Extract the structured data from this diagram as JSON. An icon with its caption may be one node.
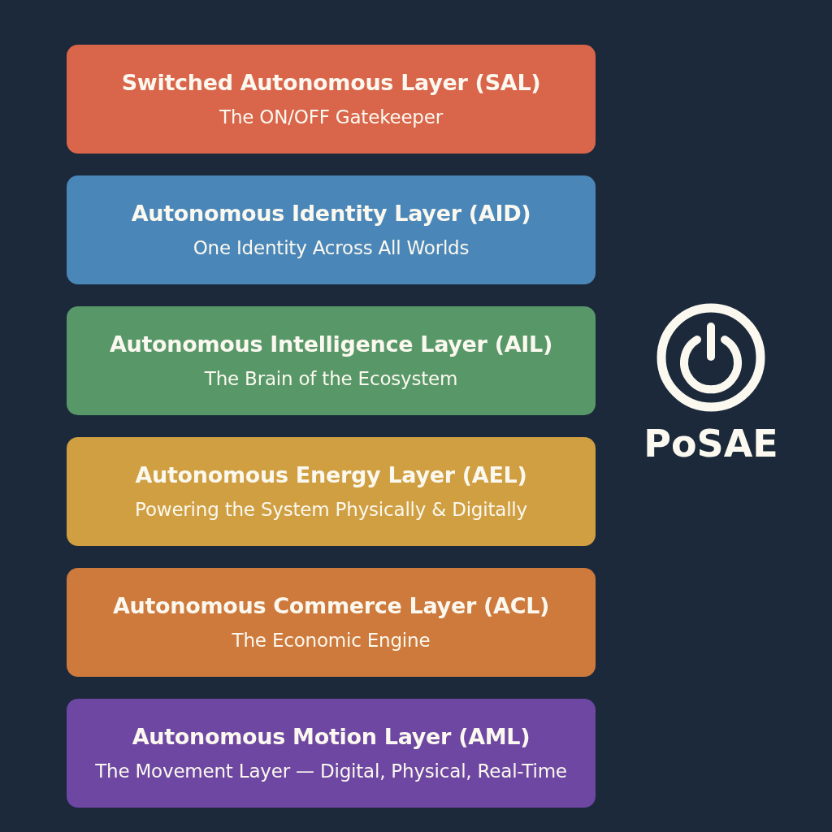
{
  "diagram": {
    "nodes": [
      {
        "text": [
          "Switched Autonomous Layer (SAL)",
          "The ON/OFF Gatekeeper"
        ]
      },
      {
        "text": [
          "Autonomous Identity Layer (AID)",
          "One Identity Across All Worlds"
        ]
      },
      {
        "text": [
          "Autonomous Intelligence Layer (AIL)",
          "The Brain of the Ecosystem"
        ]
      },
      {
        "text": [
          "Autonomous Energy Layer (AEL)",
          "Powering the System Physically & Digitally"
        ]
      },
      {
        "text": [
          "Autonomous Commerce Layer (ACL)",
          "The Economic Engine"
        ]
      },
      {
        "text": [
          "Autonomous Motion Layer (AML)",
          "The Movement Layer — Digital, Physical, Real-Time"
        ]
      }
    ],
    "labels": [
      "PoSAE"
    ]
  }
}
